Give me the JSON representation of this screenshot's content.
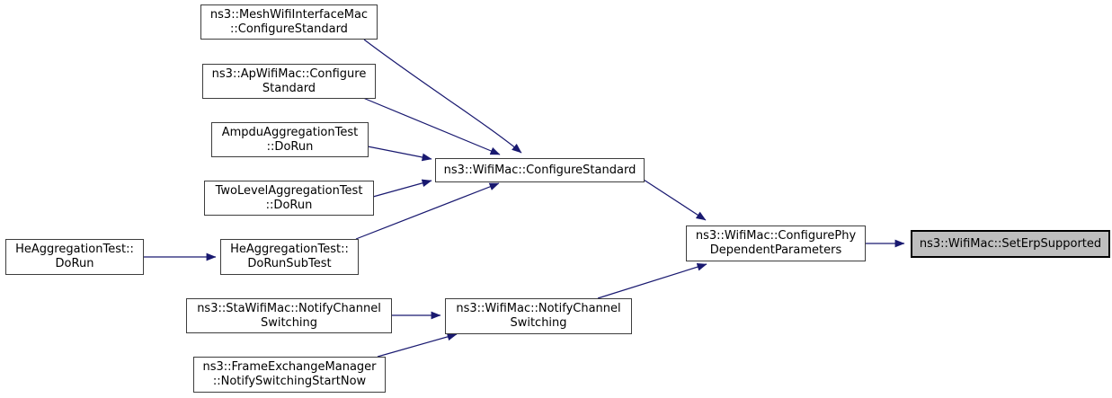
{
  "diagram": {
    "type": "doxygen-call-graph",
    "colors": {
      "background": "#ffffff",
      "edge": "#191970",
      "node_fill": "#ffffff",
      "node_border": "#3d3d3d",
      "highlight_fill": "#bebebe",
      "highlight_border": "#000000",
      "text": "#000000"
    },
    "nodes": [
      {
        "id": "mesh-configurestandard",
        "lines": [
          "ns3::MeshWifiInterfaceMac",
          "::ConfigureStandard"
        ]
      },
      {
        "id": "ap-configurestandard",
        "lines": [
          "ns3::ApWifiMac::Configure",
          "Standard"
        ]
      },
      {
        "id": "ampdu-dorun",
        "lines": [
          "AmpduAggregationTest",
          "::DoRun"
        ]
      },
      {
        "id": "twolevel-dorun",
        "lines": [
          "TwoLevelAggregationTest",
          "::DoRun"
        ]
      },
      {
        "id": "he-dorun",
        "lines": [
          "HeAggregationTest::",
          "DoRun"
        ]
      },
      {
        "id": "he-dorunsubtest",
        "lines": [
          "HeAggregationTest::",
          "DoRunSubTest"
        ]
      },
      {
        "id": "sta-notifychannelswitching",
        "lines": [
          "ns3::StaWifiMac::NotifyChannel",
          "Switching"
        ]
      },
      {
        "id": "fem-notifyswitchingstartnow",
        "lines": [
          "ns3::FrameExchangeManager",
          "::NotifySwitchingStartNow"
        ]
      },
      {
        "id": "wifimac-configurestandard",
        "lines": [
          "ns3::WifiMac::ConfigureStandard"
        ]
      },
      {
        "id": "wifimac-notifychannelswitching",
        "lines": [
          "ns3::WifiMac::NotifyChannel",
          "Switching"
        ]
      },
      {
        "id": "wifimac-configurephy",
        "lines": [
          "ns3::WifiMac::ConfigurePhy",
          "DependentParameters"
        ]
      },
      {
        "id": "wifimac-seterpsupported",
        "lines": [
          "ns3::WifiMac::SetErpSupported"
        ],
        "highlighted": true
      }
    ],
    "edges": [
      {
        "from": "ns3::MeshWifiInterfaceMac::ConfigureStandard",
        "to": "ns3::WifiMac::ConfigureStandard"
      },
      {
        "from": "ns3::ApWifiMac::ConfigureStandard",
        "to": "ns3::WifiMac::ConfigureStandard"
      },
      {
        "from": "AmpduAggregationTest::DoRun",
        "to": "ns3::WifiMac::ConfigureStandard"
      },
      {
        "from": "TwoLevelAggregationTest::DoRun",
        "to": "ns3::WifiMac::ConfigureStandard"
      },
      {
        "from": "HeAggregationTest::DoRunSubTest",
        "to": "ns3::WifiMac::ConfigureStandard"
      },
      {
        "from": "HeAggregationTest::DoRun",
        "to": "HeAggregationTest::DoRunSubTest"
      },
      {
        "from": "ns3::StaWifiMac::NotifyChannelSwitching",
        "to": "ns3::WifiMac::NotifyChannelSwitching"
      },
      {
        "from": "ns3::FrameExchangeManager::NotifySwitchingStartNow",
        "to": "ns3::WifiMac::NotifyChannelSwitching"
      },
      {
        "from": "ns3::WifiMac::ConfigureStandard",
        "to": "ns3::WifiMac::ConfigurePhyDependentParameters"
      },
      {
        "from": "ns3::WifiMac::NotifyChannelSwitching",
        "to": "ns3::WifiMac::ConfigurePhyDependentParameters"
      },
      {
        "from": "ns3::WifiMac::ConfigurePhyDependentParameters",
        "to": "ns3::WifiMac::SetErpSupported"
      }
    ]
  }
}
